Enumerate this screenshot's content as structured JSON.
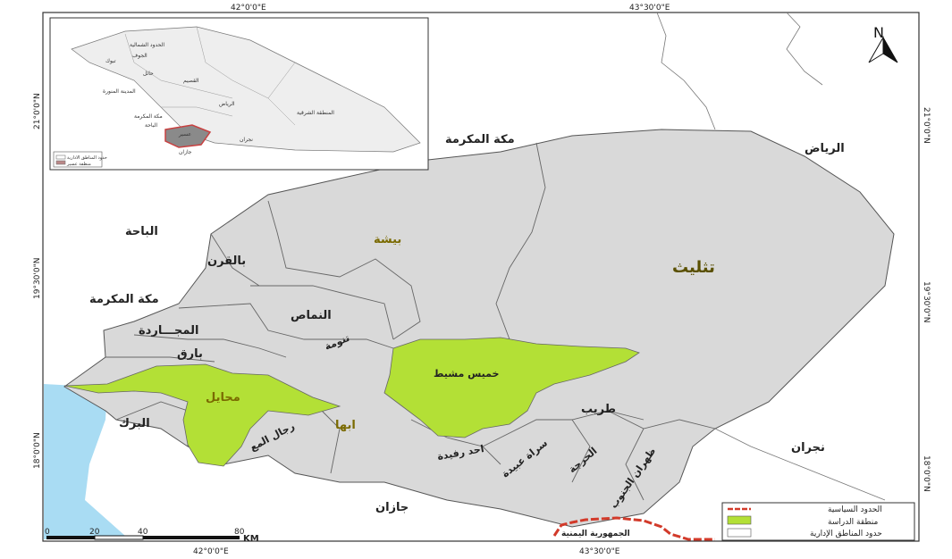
{
  "coordinates": {
    "top": [
      "42°0'0\"E",
      "43°30'0\"E"
    ],
    "bottom": [
      "42°0'0\"E",
      "43°30'0\"E"
    ],
    "left": [
      "21°0'0\"N",
      "19°30'0\"N",
      "18°0'0\"N"
    ],
    "right": [
      "21°0'0\"N",
      "19°30'0\"N",
      "18°0'0\"N"
    ]
  },
  "north_arrow": "N",
  "neighbors": {
    "makkah_top": "مكة المكرمة",
    "riyadh": "الرياض",
    "baha": "الباحة",
    "makkah_left": "مكة المكرمة",
    "najran": "نجران",
    "jazan": "جازان",
    "yemen": "الجمهورية اليمنية"
  },
  "governorates": {
    "bisha": "بيشة",
    "tathlith": "تثليث",
    "balqarn": "بالقرن",
    "namas": "النماص",
    "tanomah": "تنومة",
    "majardah": "المجـــاردة",
    "bariq": "بارق",
    "mahayel": "محايل",
    "birk": "البرك",
    "rijal_alma": "رجال المع",
    "abha": "ابها",
    "khamis": "خميس مشيط",
    "ahad_rufaidah": "احد رفيدة",
    "sarat_abidah": "سراة عبيدة",
    "tarib": "طريب",
    "harajah": "الحرجة",
    "dhahran_janub": "ظهران الجنوب"
  },
  "inset": {
    "labels": [
      "الحدود الشمالية",
      "الجوف",
      "تبوك",
      "حائل",
      "القصيم",
      "المدينة المنورة",
      "الرياض",
      "المنطقة الشرقية",
      "مكة المكرمة",
      "الباحة",
      "عسير",
      "نجران",
      "جازان"
    ],
    "legend": [
      "حدود المناطق الادارية",
      "منطقة عسير"
    ]
  },
  "scale_bar": {
    "ticks": [
      "0",
      "20",
      "40",
      "80"
    ],
    "unit": "KM"
  },
  "legend": {
    "items": [
      "الحدود السياسية",
      "منطقة الدراسة",
      "حدود المناطق الإدارية"
    ]
  },
  "colors": {
    "land": "#d9d9d9",
    "study_area": "#b3e036",
    "sea": "#a9dcf3",
    "political_border": "#d23a2a"
  }
}
